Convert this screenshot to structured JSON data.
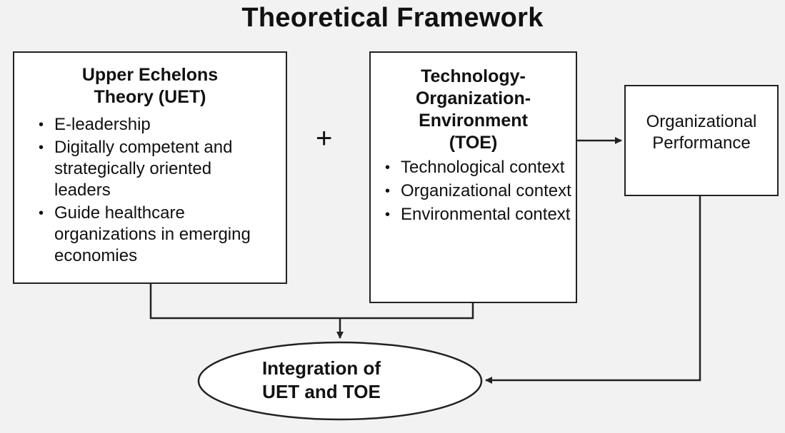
{
  "title": "Theoretical Framework",
  "uet": {
    "title_line1": "Upper Echelons",
    "title_line2": "Theory (UET)",
    "points": [
      "E-leadership",
      "Digitally competent and strategically oriented leaders",
      "Guide healthcare organizations in emerging economies"
    ]
  },
  "operator": "+",
  "toe": {
    "title_line1": "Technology-",
    "title_line2": "Organization-",
    "title_line3": "Environment",
    "title_line4": "(TOE)",
    "points": [
      "Technological context",
      "Organizational context",
      "Environmental context"
    ]
  },
  "performance": {
    "line1": "Organizational",
    "line2": "Performance"
  },
  "integration": {
    "line1": "Integration of",
    "line2": "UET and TOE"
  },
  "colors": {
    "background": "#f2f2f2",
    "box_fill": "#ffffff",
    "stroke": "#222222",
    "text": "#111111"
  }
}
